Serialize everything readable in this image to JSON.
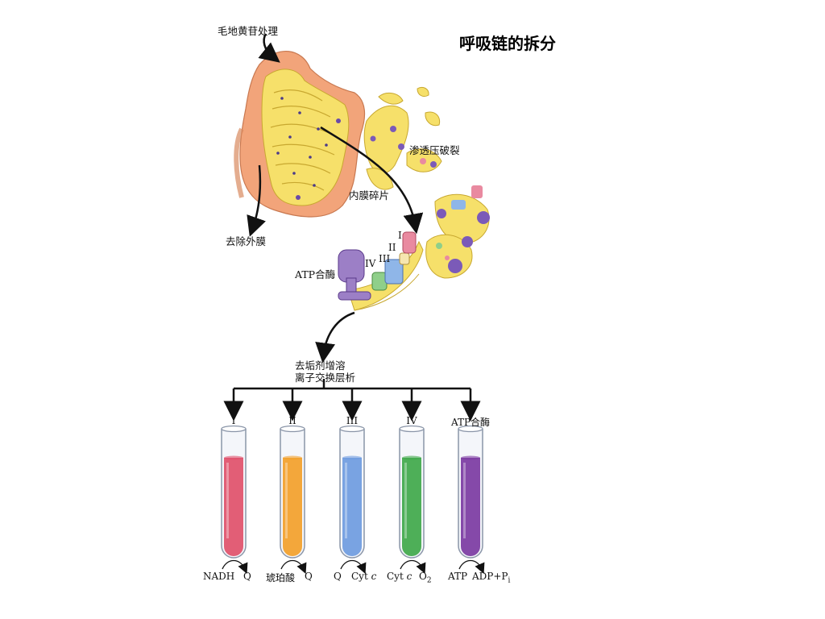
{
  "title": "呼吸链的拆分",
  "labels": {
    "digitonin": "毛地黄苷处理",
    "remove_outer": "去除外膜",
    "osmotic": "渗透压破裂",
    "inner_fragments": "内膜碎片",
    "atp_synthase": "ATP合酶",
    "detergent_line1": "去垢剂增溶",
    "detergent_line2": "离子交换层析"
  },
  "complex_numerals": [
    "I",
    "II",
    "III",
    "IV"
  ],
  "tubes": [
    {
      "label": "I",
      "color": "#e0506a",
      "rxn_left": "NADH",
      "rxn_right": "Q"
    },
    {
      "label": "II",
      "color": "#f2a02a",
      "rxn_left": "琥珀酸",
      "rxn_right": "Q"
    },
    {
      "label": "III",
      "color": "#6e9be0",
      "rxn_left": "Q",
      "rxn_right_a": "Cyt",
      "rxn_right_b": "c"
    },
    {
      "label": "IV",
      "color": "#3fa84a",
      "rxn_left_a": "Cyt",
      "rxn_left_b": "c",
      "rxn_right_a": "O",
      "rxn_right_b": "2"
    },
    {
      "label": "ATP合酶",
      "color": "#7b3aa2",
      "rxn_left": "ATP",
      "rxn_right_a": "ADP+P",
      "rxn_right_b": "i"
    }
  ],
  "colors": {
    "outer_membrane": "#f2a47a",
    "inner_membrane": "#f6e06a",
    "complex_purple": "#9c7fc6",
    "complex_blue": "#8fb6e8",
    "complex_green": "#8fcf8a",
    "complex_pink": "#e98aa0"
  }
}
